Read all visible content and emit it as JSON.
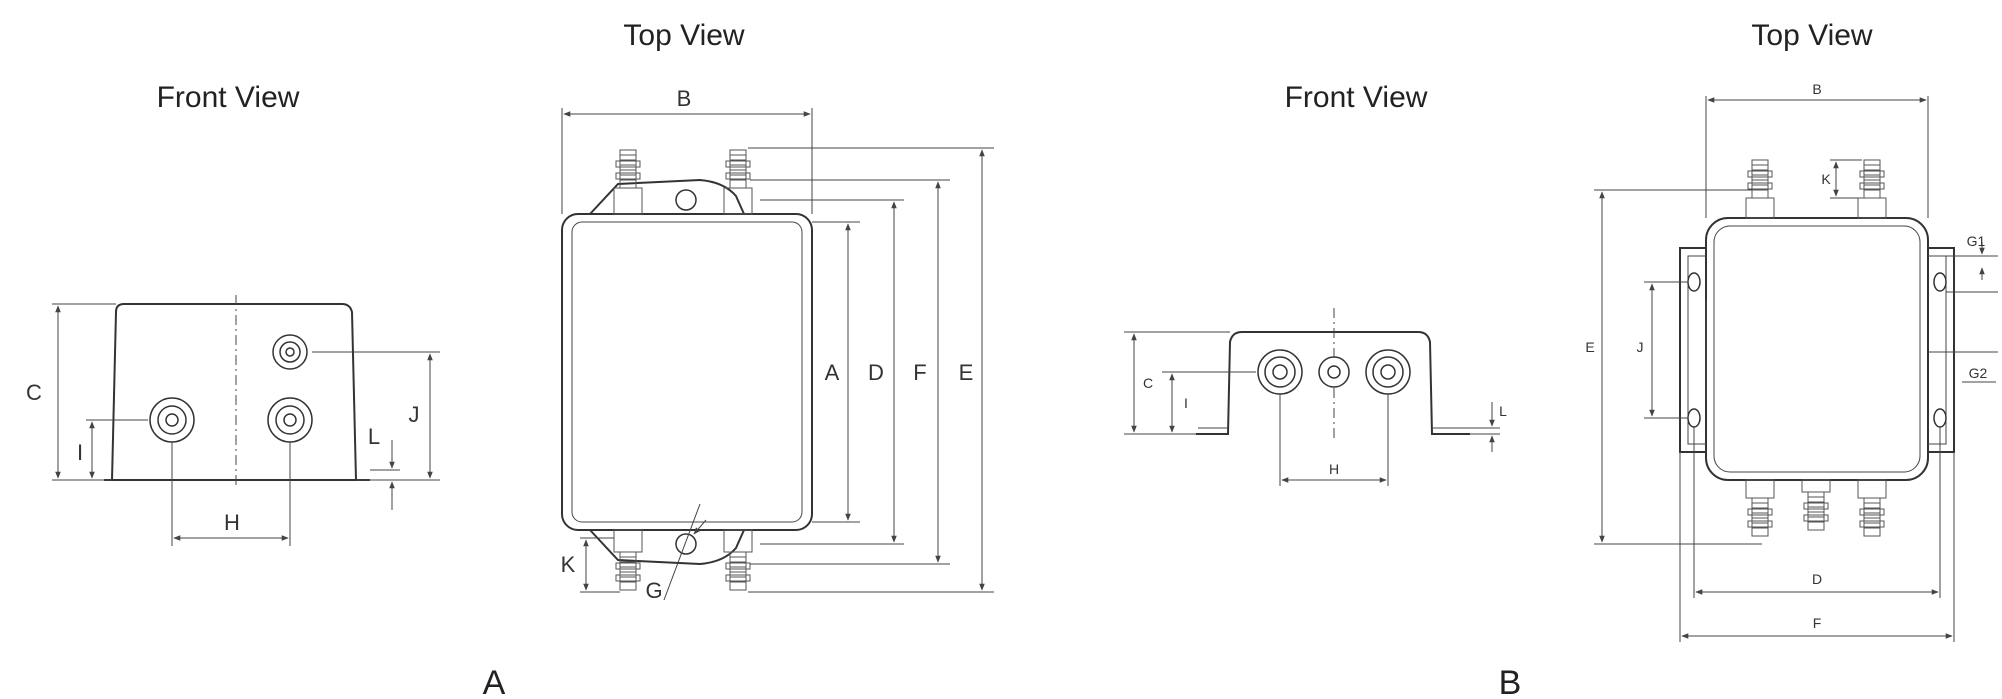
{
  "figure_a": {
    "front_title": "Front View",
    "top_title": "Top View",
    "label": "A",
    "dims": {
      "a": "A",
      "b": "B",
      "c": "C",
      "d": "D",
      "e": "E",
      "f": "F",
      "g": "G",
      "h": "H",
      "i": "I",
      "j": "J",
      "k": "K",
      "l": "L"
    }
  },
  "figure_b": {
    "front_title": "Front View",
    "top_title": "Top View",
    "label": "B",
    "dims": {
      "b": "B",
      "c": "C",
      "d": "D",
      "e": "E",
      "f": "F",
      "g1": "G1",
      "g2": "G2",
      "h": "H",
      "i": "I",
      "j": "J",
      "k": "K",
      "l": "L"
    }
  }
}
